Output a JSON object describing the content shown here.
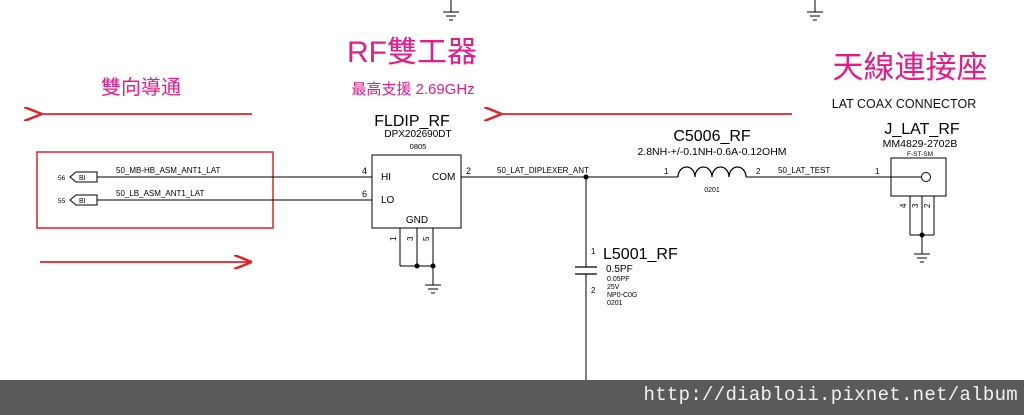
{
  "annotations": {
    "diplexer_title": "RF雙工器",
    "diplexer_subtitle": "最高支援 2.69GHz",
    "antenna_title": "天線連接座",
    "antenna_subtitle": "LAT COAX CONNECTOR",
    "bidirectional": "雙向導通"
  },
  "diplexer": {
    "refdes": "FLDIP_RF",
    "part_number": "DPX202690DT",
    "package": "0805",
    "pin_hi_num": "4",
    "pin_hi": "HI",
    "pin_lo_num": "6",
    "pin_lo": "LO",
    "pin_com_num": "2",
    "pin_com": "COM",
    "pin_gnd": "GND",
    "gnd_pin_1": "1",
    "gnd_pin_2": "3",
    "gnd_pin_3": "5"
  },
  "inductor": {
    "refdes": "C5006_RF",
    "value": "2.8NH-+/-0.1NH-0.6A-0.12OHM",
    "package": "0201",
    "pin_1": "1",
    "pin_2": "2"
  },
  "shunt_cap": {
    "refdes": "L5001_RF",
    "value": "0.5PF",
    "tolerance": "0.05PF",
    "voltage": "25V",
    "dielectric": "NP0-C0G",
    "package": "0201",
    "pin_1": "1",
    "pin_2": "2"
  },
  "connector": {
    "refdes": "J_LAT_RF",
    "part_number": "MM4829-2702B",
    "type": "F-ST-SM",
    "pin_1": "1",
    "pin_2": "2",
    "pin_3": "3",
    "pin_4": "4"
  },
  "nets": {
    "hb_net": "50_MB-HB_ASM_ANT1_LAT",
    "lb_net": "50_LB_ASM_ANT1_LAT",
    "diplexer_net": "50_LAT_DIPLEXER_ANT",
    "test_net": "50_LAT_TEST",
    "hb_port_num": "56",
    "lb_port_num": "55",
    "port_label": "BI"
  },
  "colors": {
    "annotation": "#e8198b",
    "arrow": "#e32129",
    "box": "#e32129",
    "wire": "#000000",
    "footer": "#5a5a5a"
  },
  "footer": {
    "url": "http://diabloii.pixnet.net/album"
  }
}
